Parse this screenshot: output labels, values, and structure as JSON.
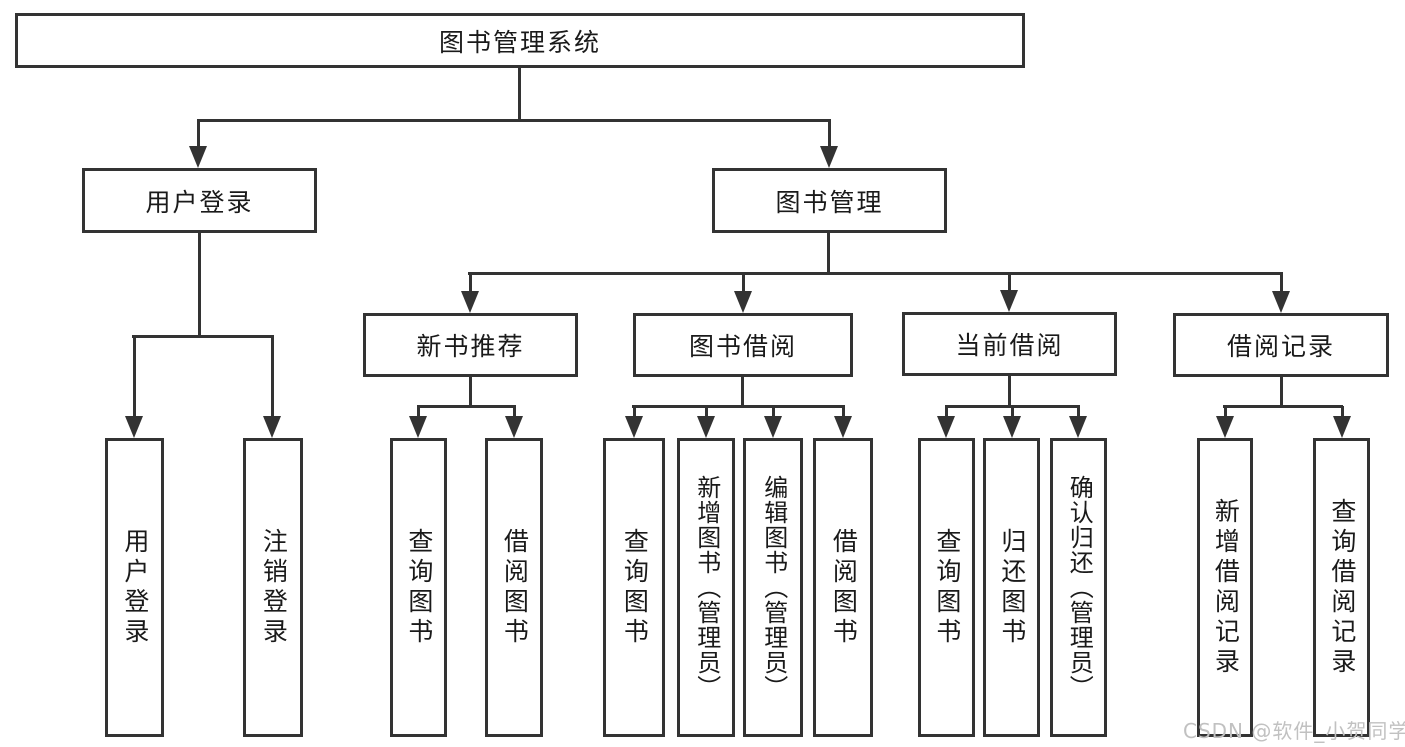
{
  "diagram": {
    "root": {
      "label": "图书管理系统"
    },
    "level2": {
      "user_login": {
        "label": "用户登录"
      },
      "book_management": {
        "label": "图书管理"
      }
    },
    "level3": {
      "new_book_recommend": {
        "label": "新书推荐"
      },
      "book_borrow": {
        "label": "图书借阅"
      },
      "current_borrow": {
        "label": "当前借阅"
      },
      "borrow_records": {
        "label": "借阅记录"
      }
    },
    "leaves": {
      "user_login_leaf": {
        "label": "用户登录"
      },
      "logout": {
        "label": "注销登录"
      },
      "recommend_query_books": {
        "label": "查询图书"
      },
      "recommend_borrow_books": {
        "label": "借阅图书"
      },
      "borrow_query_books": {
        "label": "查询图书"
      },
      "borrow_add_books": {
        "label": "新增图书（管理员）"
      },
      "borrow_edit_books": {
        "label": "编辑图书（管理员）"
      },
      "borrow_borrow_books": {
        "label": "借阅图书"
      },
      "current_query_books": {
        "label": "查询图书"
      },
      "current_return_books": {
        "label": "归还图书"
      },
      "current_confirm_return": {
        "label": "确认归还（管理员）"
      },
      "records_add": {
        "label": "新增借阅记录"
      },
      "records_query": {
        "label": "查询借阅记录"
      }
    }
  },
  "watermark": {
    "text": "CSDN @软件_小贺同学"
  },
  "colors": {
    "line": "#333333",
    "border": "#333333",
    "text": "#1a1a1a",
    "background": "#ffffff",
    "watermark": "#c1c1c1"
  }
}
